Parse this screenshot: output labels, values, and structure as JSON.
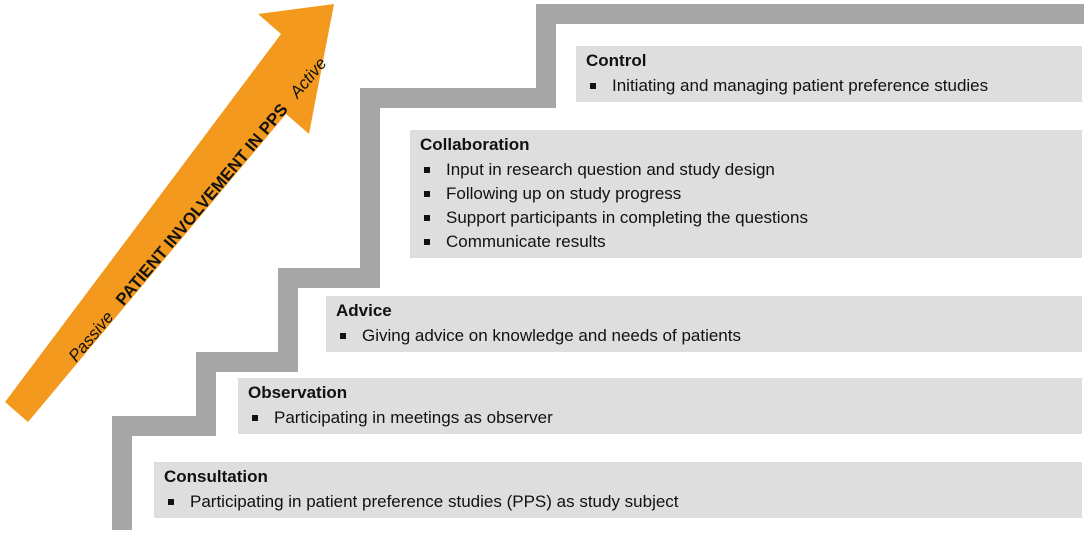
{
  "arrow": {
    "passive": "Passive",
    "main": "PATIENT INVOLVEMENT IN PPS",
    "active": "Active",
    "color": "#f39a1e"
  },
  "stair_color": "#a6a6a6",
  "box_color": "#dedede",
  "levels": [
    {
      "title": "Consultation",
      "items": [
        "Participating in patient preference studies (PPS) as study subject"
      ]
    },
    {
      "title": "Observation",
      "items": [
        "Participating in meetings as observer"
      ]
    },
    {
      "title": "Advice",
      "items": [
        "Giving advice on knowledge and needs of patients"
      ]
    },
    {
      "title": "Collaboration",
      "items": [
        "Input in research question and study design",
        "Following up on study progress",
        "Support participants in completing the questions",
        "Communicate results"
      ]
    },
    {
      "title": "Control",
      "items": [
        "Initiating and managing patient preference studies"
      ]
    }
  ]
}
